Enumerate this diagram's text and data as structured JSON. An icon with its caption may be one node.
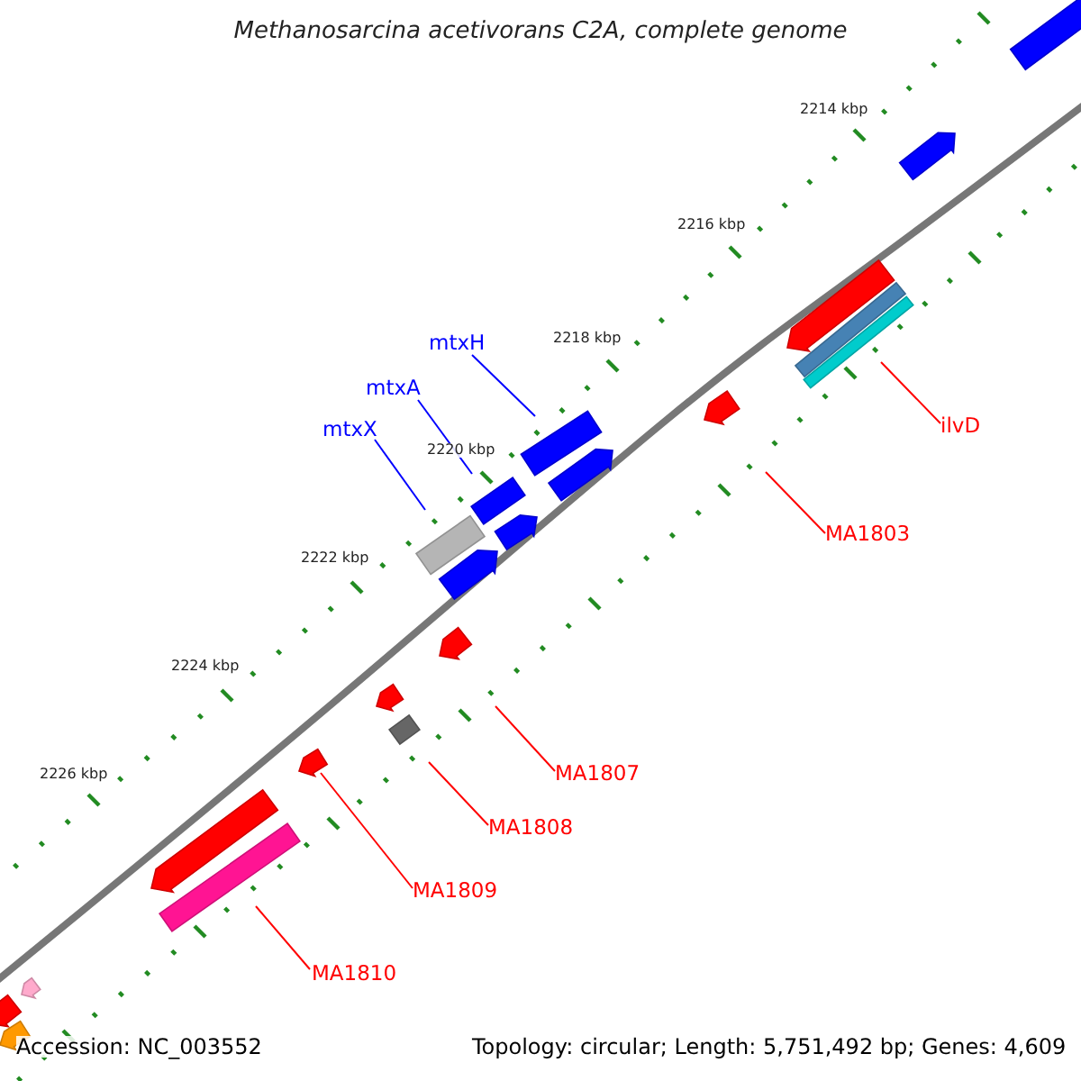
{
  "diagram": {
    "title": "Methanosarcina acetivorans C2A, complete genome",
    "nodes": [
      {
        "text": [
          "mtxH"
        ]
      },
      {
        "text": [
          "mtxA"
        ]
      },
      {
        "text": [
          "mtxX"
        ]
      },
      {
        "text": [
          "ilvD"
        ]
      },
      {
        "text": [
          "MA1803"
        ]
      },
      {
        "text": [
          "MA1807"
        ]
      },
      {
        "text": [
          "MA1808"
        ]
      },
      {
        "text": [
          "MA1809"
        ]
      },
      {
        "text": [
          "MA1810"
        ]
      },
      {
        "text": [],
        "shape": "bar"
      },
      {
        "text": [],
        "shape": "arrow"
      },
      {
        "text": [],
        "shape": "arrow"
      },
      {
        "text": [],
        "shape": "bar"
      },
      {
        "text": [],
        "shape": "bar"
      },
      {
        "text": [],
        "shape": "arrow"
      },
      {
        "text": [],
        "shape": "bar"
      },
      {
        "text": [],
        "shape": "arrow"
      },
      {
        "text": [],
        "shape": "bar"
      },
      {
        "text": [],
        "shape": "arrow"
      },
      {
        "text": [],
        "shape": "bar"
      },
      {
        "text": [],
        "shape": "arrow"
      },
      {
        "text": [],
        "shape": "arrow"
      },
      {
        "text": [],
        "shape": "arrow"
      },
      {
        "text": [],
        "shape": "bar"
      },
      {
        "text": [],
        "shape": "arrow"
      },
      {
        "text": [],
        "shape": "arrow"
      },
      {
        "text": [],
        "shape": "bar"
      },
      {
        "text": [],
        "shape": "arrow"
      },
      {
        "text": [],
        "shape": "arrow"
      },
      {
        "text": [],
        "shape": "arrow"
      }
    ],
    "edges": [
      {
        "from": 0,
        "to": 15,
        "arrow": "none",
        "color": "#0000ff"
      },
      {
        "from": 1,
        "to": 17,
        "arrow": "none",
        "color": "#0000ff"
      },
      {
        "from": 2,
        "to": 19,
        "arrow": "none",
        "color": "#0000ff"
      },
      {
        "from": 3,
        "to": 13,
        "arrow": "none"
      },
      {
        "from": 4,
        "to": 14,
        "arrow": "none"
      },
      {
        "from": 5,
        "to": 21,
        "arrow": "none"
      },
      {
        "from": 6,
        "to": 23,
        "arrow": "none"
      },
      {
        "from": 7,
        "to": 24,
        "arrow": "none"
      },
      {
        "from": 8,
        "to": 26,
        "arrow": "none"
      }
    ],
    "labels": [
      "2214 kbp",
      "2216 kbp",
      "2218 kbp",
      "2220 kbp",
      "2222 kbp",
      "2224 kbp",
      "2226 kbp",
      "Accession: NC_003552",
      "Topology: circular; Length: 5,751,492 bp; Genes: 4,609"
    ]
  }
}
